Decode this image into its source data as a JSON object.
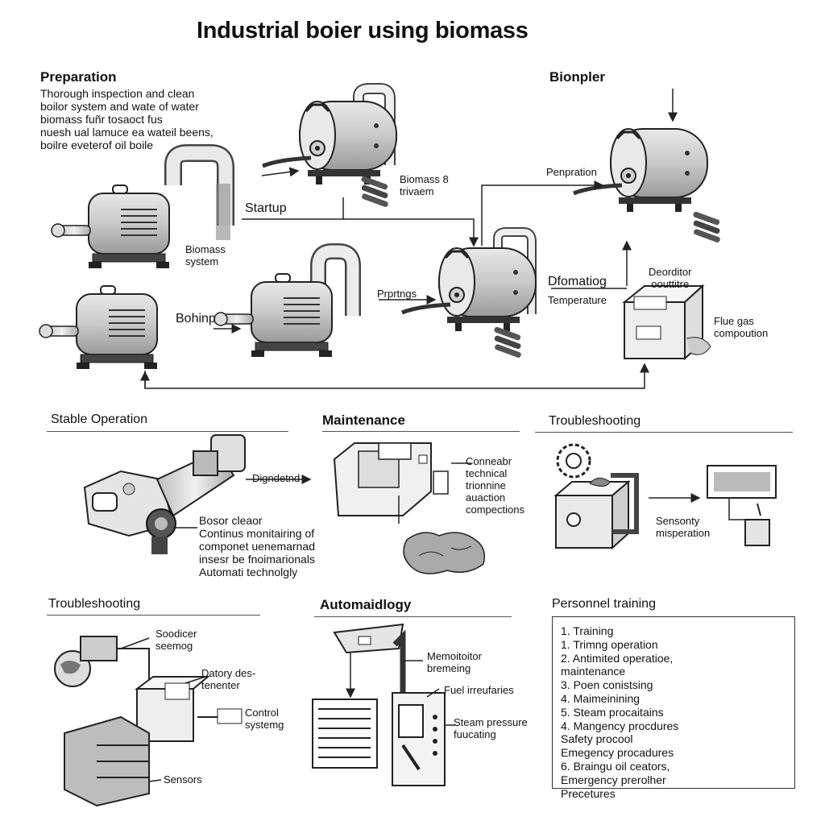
{
  "title": "Industrial boier using biomass",
  "top": {
    "preparation": {
      "heading": "Preparation",
      "lines": [
        "Thorough inspection and clean",
        "boilor system and wate of water",
        "biomass fuñr tosaoct fus",
        "nuesh ual lamuce ea wateil beens,",
        "boilre eveterof oil boile"
      ]
    },
    "bionpler": "Bionpler",
    "startup": "Startup",
    "biomass_trivaem": [
      "Biomass 8",
      "trivaem"
    ],
    "penpration": "Penpration",
    "biomass_system": [
      "Biomass",
      "system"
    ],
    "bohinp": "Bohinp",
    "prprtngs": "Prprtngs",
    "dfomatiog": "Dfomatiog",
    "temperature": "Temperature",
    "deorditor": [
      "Deorditor",
      "oouttitre"
    ],
    "flue_gas": [
      "Flue gas",
      "compoution"
    ]
  },
  "stable": {
    "heading": "Stable Operation",
    "dignde": "Digndetnd",
    "lines": [
      "Bosor cleaor",
      "Continus monitairing of",
      "componet uenemarnad",
      "insesr be fnoimarionals",
      "Automati technolgly"
    ]
  },
  "maintenance": {
    "heading": "Maintenance",
    "lines": [
      "Conneabr",
      "technical",
      "trionnine",
      "auaction",
      "compections"
    ]
  },
  "troubleshooting1": {
    "heading": "Troubleshooting",
    "label": [
      "Sensonty",
      "misperation"
    ]
  },
  "troubleshooting2": {
    "heading": "Troubleshooting",
    "soodicer": [
      "Soodicer",
      "seemog"
    ],
    "datory": [
      "Datory des-",
      "tenenter"
    ],
    "control": [
      "Control",
      "systemg"
    ],
    "sensors": "Sensors"
  },
  "automation": {
    "heading": "Automaidlogy",
    "memoitoior": [
      "Memoitoitor",
      "bremeing"
    ],
    "fuel": "Fuel irreufaries",
    "steam": [
      "Steam pressure",
      "fuucating"
    ]
  },
  "training": {
    "heading": "Personnel training",
    "items": [
      "1. Training",
      "1. Trimng operation",
      "2. Antimited operatioe,",
      "    maintenance",
      "3. Poen conistsing",
      "4. Maimeinining",
      "5. Steam procaitains",
      "4. Mangency procdures",
      "    Safety procool",
      "    Emegency procadures",
      "6. Braingu oil ceators,",
      "    Emergency prerolher",
      "    Precetures"
    ]
  }
}
